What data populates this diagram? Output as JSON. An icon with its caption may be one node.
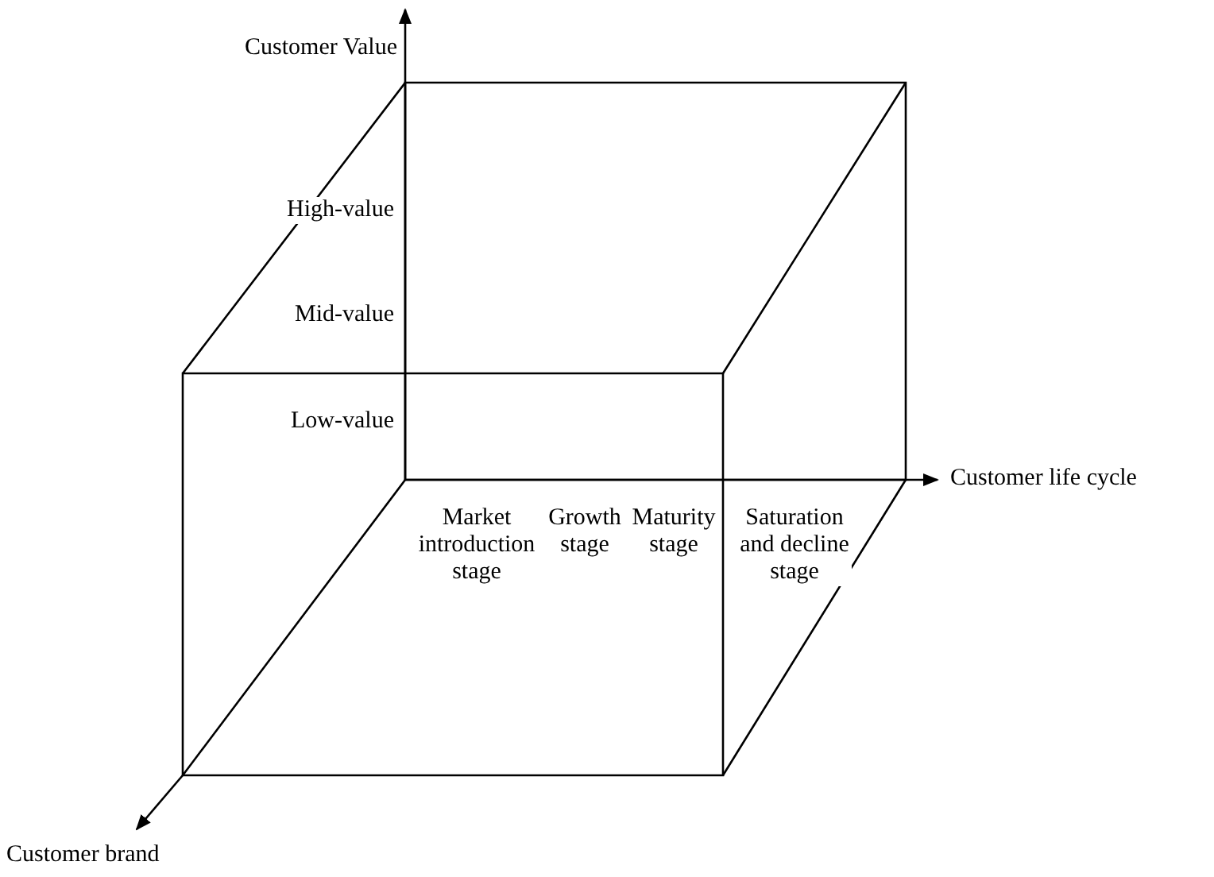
{
  "diagram": {
    "labels": [
      "Customer Value",
      "High-value",
      "Mid-value",
      "Low-value",
      "Customer life cycle",
      "Market introduction stage",
      "Growth stage",
      "Maturity stage",
      "Saturation and decline stage",
      "Customer brand"
    ]
  }
}
